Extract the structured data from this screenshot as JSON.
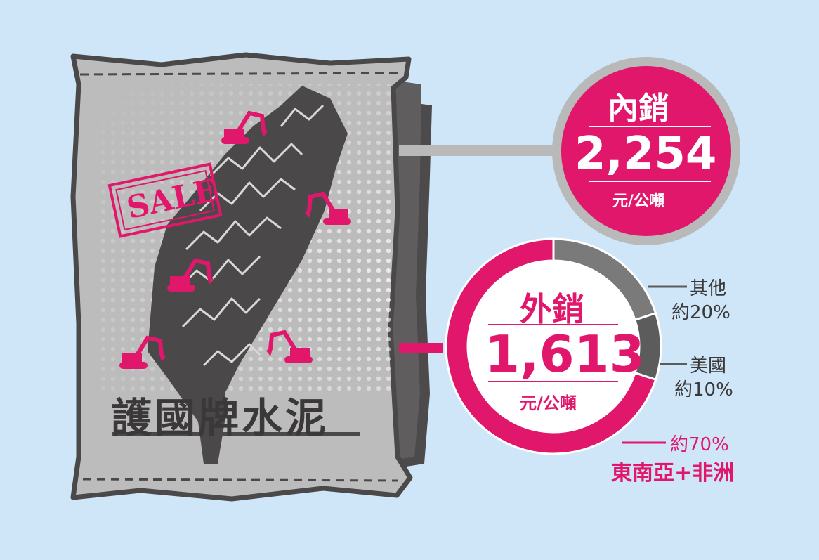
{
  "bag": {
    "title": "護國牌水泥",
    "stamp": "SALE"
  },
  "domestic": {
    "label": "內銷",
    "price": "2,254",
    "unit": "元/公噸"
  },
  "export": {
    "label": "外銷",
    "price": "1,613",
    "unit": "元/公噸",
    "breakdown": [
      {
        "region": "東南亞+非洲",
        "share_text": "約70%",
        "share": 70,
        "color": "#e0176a"
      },
      {
        "region": "美國",
        "share_text": "約10%",
        "share": 10,
        "color": "#5c5c5c"
      },
      {
        "region": "其他",
        "share_text": "約20%",
        "share": 20,
        "color": "#7a7a7a"
      }
    ]
  },
  "colors": {
    "background": "#cfe6f8",
    "accent": "#e0176a",
    "bag": "#b9b9b9",
    "island": "#4a4849"
  },
  "icons": [
    "excavator-icon",
    "taiwan-map-icon",
    "cement-bag-icon"
  ]
}
